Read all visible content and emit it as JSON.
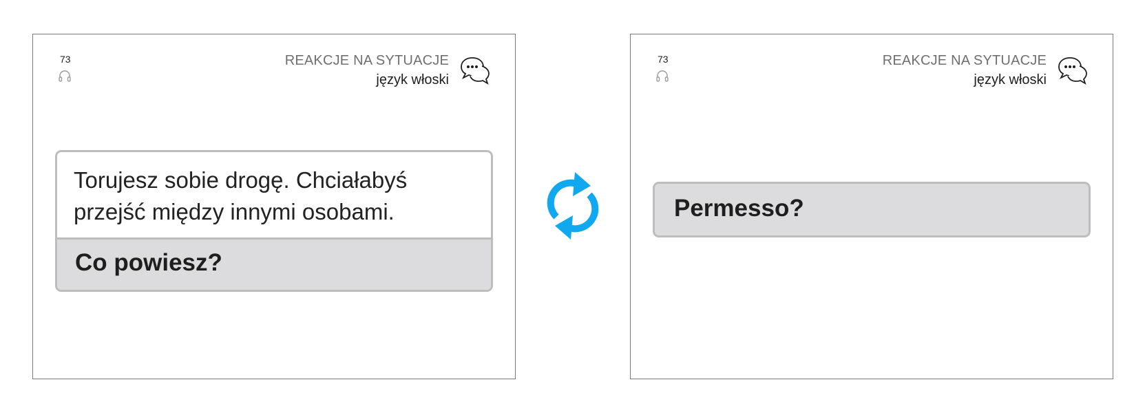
{
  "front": {
    "number": "73",
    "category_title": "REAKCJE NA SYTUACJE",
    "category_language": "język włoski",
    "situation": "Torujesz sobie drogę. Chciałabyś przejść między innymi osobami.",
    "question": "Co powiesz?"
  },
  "back": {
    "number": "73",
    "category_title": "REAKCJE NA SYTUACJE",
    "category_language": "język włoski",
    "answer": "Permesso?"
  },
  "icons": {
    "headphones": "headphones-icon",
    "chat": "chat-bubbles-icon",
    "flip": "flip-arrows-icon"
  },
  "colors": {
    "flip_arrows": "#10a9f0",
    "box_fill": "#dcdcde",
    "box_border": "#bdbdbd",
    "card_border": "#7a7a7a"
  }
}
